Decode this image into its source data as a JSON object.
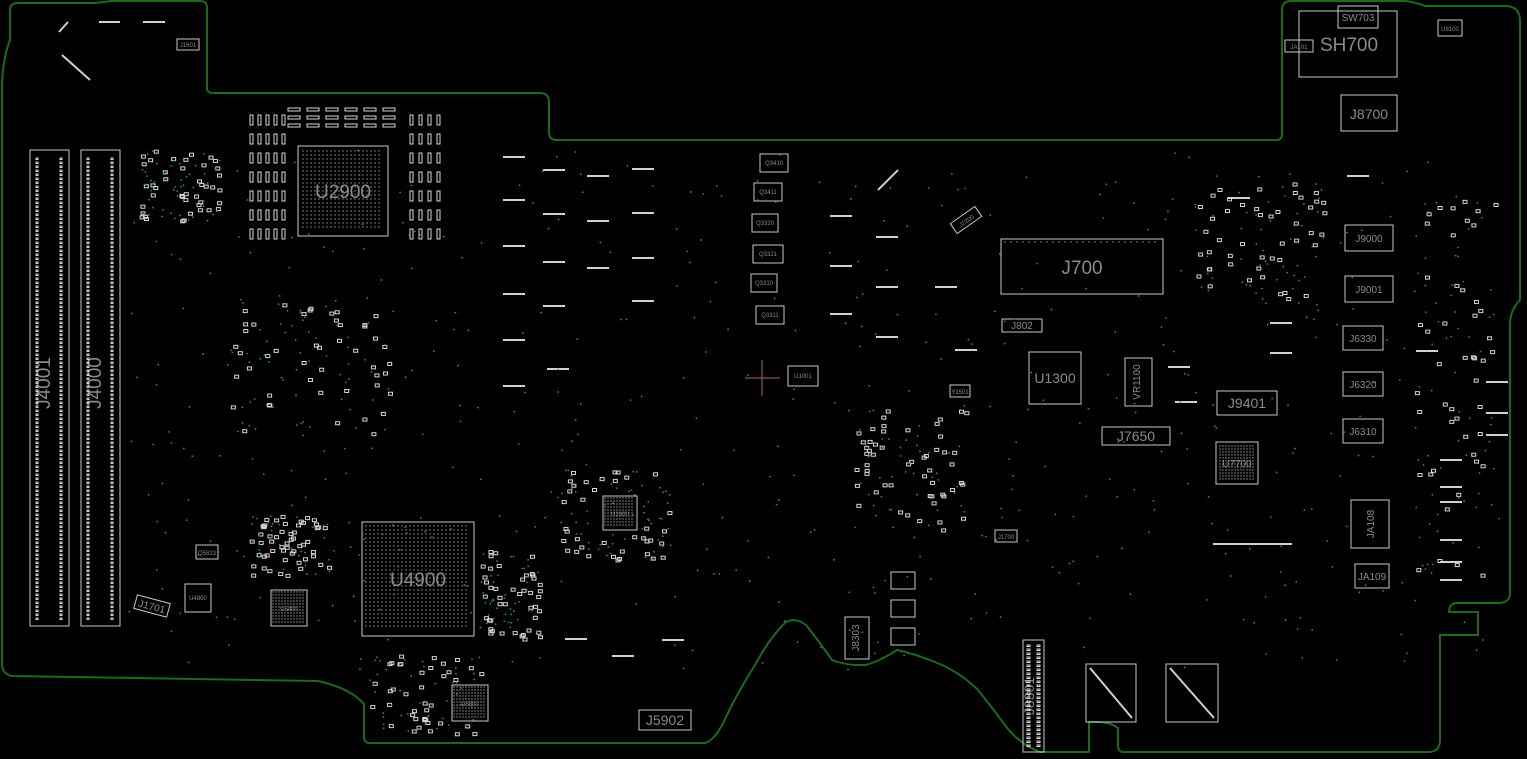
{
  "board": {
    "outline_color": "#1a6b1a",
    "silk_color": "#c8c8c8",
    "label_color": "#8a8a8a",
    "via_color": "#1f8f7a",
    "probe_color": "#b06070"
  },
  "components": {
    "big": [
      {
        "id": "u2900",
        "label": "U2900"
      },
      {
        "id": "u4900",
        "label": "U4900"
      },
      {
        "id": "j700",
        "label": "J700"
      },
      {
        "id": "sh700",
        "label": "SH700"
      },
      {
        "id": "j4001",
        "label": "J4001"
      },
      {
        "id": "j4000",
        "label": "J4000"
      }
    ],
    "mid": [
      {
        "id": "u1300",
        "label": "U1300"
      },
      {
        "id": "j9401",
        "label": "J9401"
      },
      {
        "id": "j7650",
        "label": "J7650"
      },
      {
        "id": "j5902",
        "label": "J5902"
      },
      {
        "id": "j8301",
        "label": "J8301"
      },
      {
        "id": "j8700",
        "label": "J8700"
      },
      {
        "id": "j9000",
        "label": "J9000"
      },
      {
        "id": "j9001",
        "label": "J9001"
      },
      {
        "id": "ja108",
        "label": "JA108"
      },
      {
        "id": "j8303",
        "label": "J8303"
      }
    ],
    "small": [
      {
        "id": "j802",
        "label": "J802"
      },
      {
        "id": "vr1100",
        "label": "VR1100"
      },
      {
        "id": "j6330",
        "label": "J6330"
      },
      {
        "id": "j6320",
        "label": "J6320"
      },
      {
        "id": "j6310",
        "label": "J6310"
      },
      {
        "id": "j1701",
        "label": "J1701"
      },
      {
        "id": "ja109",
        "label": "JA109"
      },
      {
        "id": "sw703",
        "label": "SW703"
      },
      {
        "id": "u7700",
        "label": "U7700"
      }
    ],
    "tiny": [
      {
        "id": "j1601",
        "label": "J1601"
      },
      {
        "id": "q3410",
        "label": "Q3410"
      },
      {
        "id": "q3411",
        "label": "Q3411"
      },
      {
        "id": "q3320",
        "label": "Q3320"
      },
      {
        "id": "q3321",
        "label": "Q3321"
      },
      {
        "id": "q3310",
        "label": "Q3310"
      },
      {
        "id": "q3311",
        "label": "Q3311"
      },
      {
        "id": "u1001",
        "label": "U1001"
      },
      {
        "id": "u2800",
        "label": "U2800"
      },
      {
        "id": "u4800",
        "label": "U4800"
      },
      {
        "id": "u5400",
        "label": "U5400"
      },
      {
        "id": "u5800",
        "label": "U5800"
      },
      {
        "id": "q5823",
        "label": "Q5823"
      },
      {
        "id": "y1501",
        "label": "Y1501"
      },
      {
        "id": "j1700",
        "label": "J1700"
      },
      {
        "id": "ja101",
        "label": "JA101"
      },
      {
        "id": "j2200",
        "label": "J2200"
      },
      {
        "id": "u8100",
        "label": "U8100"
      }
    ]
  }
}
